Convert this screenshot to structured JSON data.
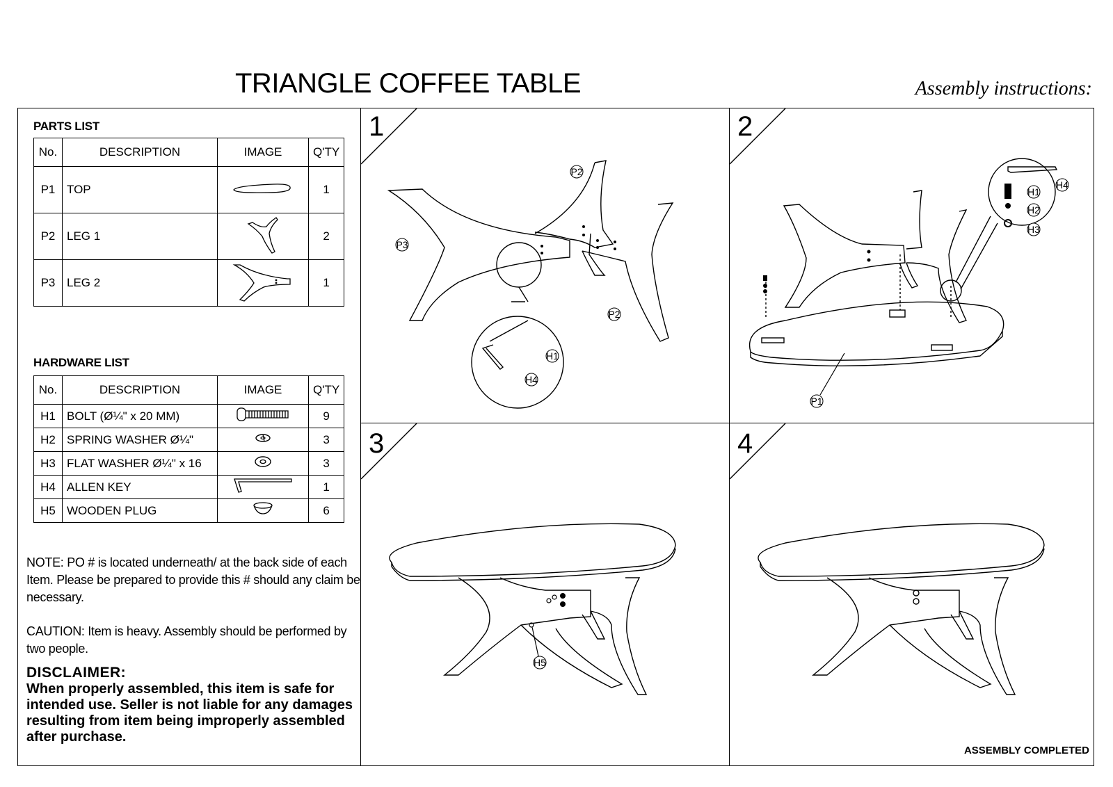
{
  "title": "TRIANGLE COFFEE TABLE",
  "subtitle": "Assembly instructions:",
  "parts_list": {
    "heading": "PARTS LIST",
    "headers": {
      "no": "No.",
      "desc": "DESCRIPTION",
      "img": "IMAGE",
      "qty": "Q'TY"
    },
    "rows": [
      {
        "no": "P1",
        "desc": "TOP",
        "qty": "1"
      },
      {
        "no": "P2",
        "desc": "LEG 1",
        "qty": "2"
      },
      {
        "no": "P3",
        "desc": "LEG 2",
        "qty": "1"
      }
    ]
  },
  "hardware_list": {
    "heading": "HARDWARE LIST",
    "headers": {
      "no": "No.",
      "desc": "DESCRIPTION",
      "img": "IMAGE",
      "qty": "Q'TY"
    },
    "rows": [
      {
        "no": "H1",
        "desc": "BOLT (Ø¼\" x 20 MM)",
        "qty": "9"
      },
      {
        "no": "H2",
        "desc": "SPRING WASHER Ø¼\"",
        "qty": "3"
      },
      {
        "no": "H3",
        "desc": "FLAT WASHER Ø¼\" x 16",
        "qty": "3"
      },
      {
        "no": "H4",
        "desc": "ALLEN KEY",
        "qty": "1"
      },
      {
        "no": "H5",
        "desc": "WOODEN PLUG",
        "qty": "6"
      }
    ]
  },
  "note": "NOTE: PO # is located underneath/ at the back side of each Item. Please be prepared to provide this # should any claim be necessary.",
  "caution": "CAUTION: Item is heavy. Assembly should be performed by two people.",
  "disclaimer": {
    "heading": "DISCLAIMER:",
    "text": "When properly assembled, this item is safe for intended use. Seller is not liable for any damages resulting from item being improperly assembled after purchase."
  },
  "steps": [
    {
      "number": "1",
      "labels": [
        "P2",
        "P3",
        "P2",
        "H1",
        "H4"
      ]
    },
    {
      "number": "2",
      "labels": [
        "H1",
        "H2",
        "H3",
        "H4",
        "P1"
      ]
    },
    {
      "number": "3",
      "labels": [
        "H5"
      ]
    },
    {
      "number": "4",
      "labels": []
    }
  ],
  "completed": "ASSEMBLY COMPLETED"
}
